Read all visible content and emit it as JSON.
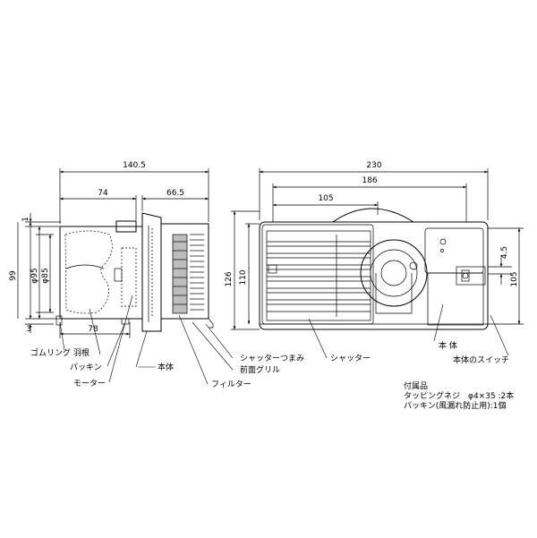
{
  "dimensions": {
    "side_total_width": "140.5",
    "side_width_74": "74",
    "side_width_66_5": "66.5",
    "side_height_99": "99",
    "side_dia_95": "φ95",
    "side_dia_85": "φ85",
    "side_top_1": "1",
    "side_bottom_3": "3",
    "side_bottom_78": "78",
    "front_total_width": "230",
    "front_width_186": "186",
    "front_width_105": "105",
    "front_height_126": "126",
    "front_height_110": "110",
    "front_height_105": "105",
    "front_offset_4_5": "4.5"
  },
  "labels": {
    "gom_ring": "ゴムリング",
    "hane": "羽根",
    "packing": "パッキン",
    "motor": "モーター",
    "body_side": "本体",
    "shutter_knob": "シャッターつまみ",
    "front_grille": "前面グリル",
    "filter": "フィルター",
    "shutter": "シャッター",
    "body_front": "本 体",
    "body_switch": "本体のスイッチ"
  },
  "accessories": {
    "title": "付属品",
    "line1": "タッピングネジ　φ4×35 :2本",
    "line2": "パッキン(風漏れ防止用):1個"
  }
}
